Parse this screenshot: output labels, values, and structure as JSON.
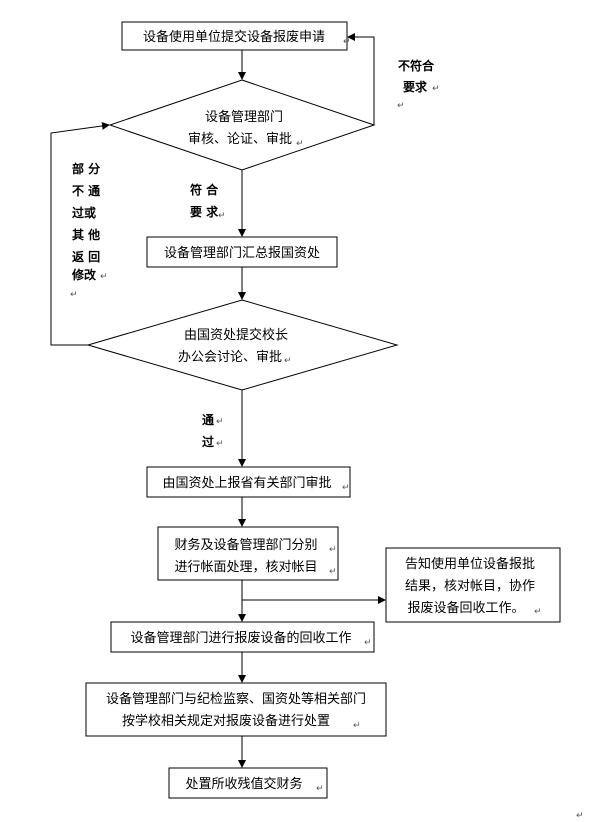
{
  "flowchart": {
    "step1": "设备使用单位提交设备报废申请",
    "decision1": [
      "设备管理部门",
      "审核、论证、审批"
    ],
    "step2": "设备管理部门汇总报国资处",
    "decision2": [
      "由国资处提交校长",
      "办公会讨论、审批"
    ],
    "step3": "由国资处上报省有关部门审批",
    "step4": [
      "财务及设备管理部门分别",
      "进行帐面处理，核对帐目"
    ],
    "step_notify": [
      "告知使用单位设备报批",
      "结果，核对帐目，协作",
      "报废设备回收工作。"
    ],
    "step5": "设备管理部门进行报废设备的回收工作",
    "step6": [
      "设备管理部门与纪检监察、国资处等相关部门",
      "按学校相关规定对报废设备进行处置"
    ],
    "step7": "处置所收残值交财务"
  },
  "labels": {
    "not_meet": [
      "不符合",
      "要求"
    ],
    "meet": [
      "符 合",
      "要 求"
    ],
    "partial_fail": [
      "部 分",
      "不 通",
      "过或",
      "其 他",
      "返 回",
      "修改"
    ],
    "pass": [
      "通",
      "过"
    ]
  }
}
